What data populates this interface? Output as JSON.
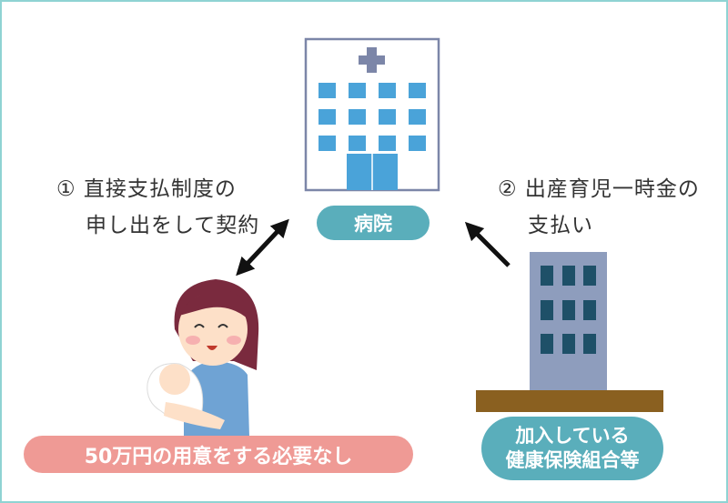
{
  "hospital": {
    "label": "病院"
  },
  "step1": {
    "line1": "① 直接支払制度の",
    "line2": "申し出をして契約"
  },
  "step2": {
    "line1": "② 出産育児一時金の",
    "line2": "支払い"
  },
  "insurer": {
    "line1": "加入している",
    "line2": "健康保険組合等"
  },
  "mother": {
    "label": "50万円の用意をする必要なし"
  },
  "colors": {
    "teal": "#5aaebb",
    "pink": "#ef9a95",
    "window_blue": "#4aa3d9",
    "office": "#8e9dbd",
    "ground": "#8a6020"
  }
}
